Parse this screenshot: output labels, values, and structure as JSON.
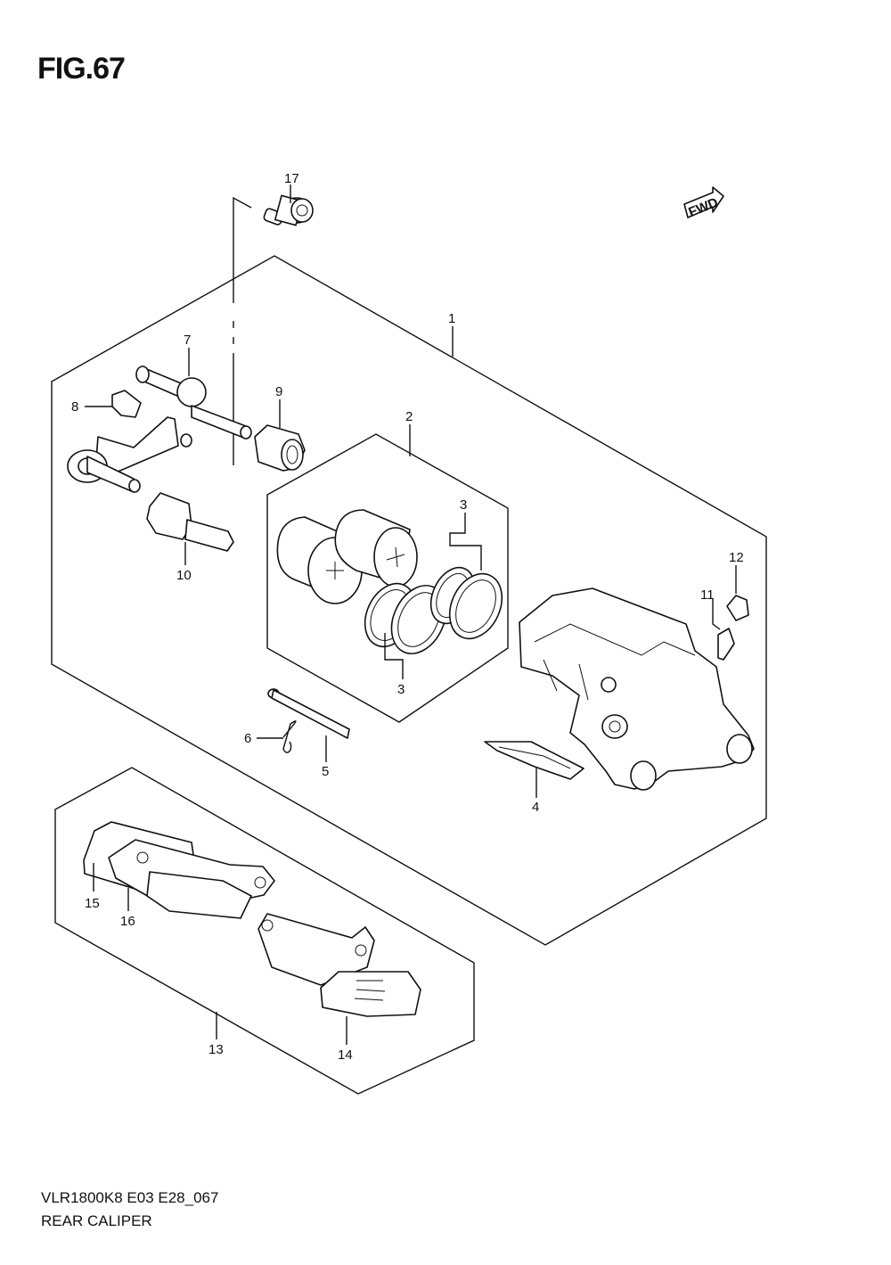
{
  "figure": {
    "title": "FIG.67",
    "model_code": "VLR1800K8 E03 E28_067",
    "name": "REAR CALIPER"
  },
  "fwd_label": "FWD",
  "callouts": [
    {
      "id": "c1",
      "label": "1"
    },
    {
      "id": "c2",
      "label": "2"
    },
    {
      "id": "c3a",
      "label": "3"
    },
    {
      "id": "c3b",
      "label": "3"
    },
    {
      "id": "c4",
      "label": "4"
    },
    {
      "id": "c5",
      "label": "5"
    },
    {
      "id": "c6",
      "label": "6"
    },
    {
      "id": "c7",
      "label": "7"
    },
    {
      "id": "c8",
      "label": "8"
    },
    {
      "id": "c9",
      "label": "9"
    },
    {
      "id": "c10",
      "label": "10"
    },
    {
      "id": "c11",
      "label": "11"
    },
    {
      "id": "c12",
      "label": "12"
    },
    {
      "id": "c13",
      "label": "13"
    },
    {
      "id": "c14",
      "label": "14"
    },
    {
      "id": "c15",
      "label": "15"
    },
    {
      "id": "c16",
      "label": "16"
    },
    {
      "id": "c17",
      "label": "17"
    }
  ]
}
